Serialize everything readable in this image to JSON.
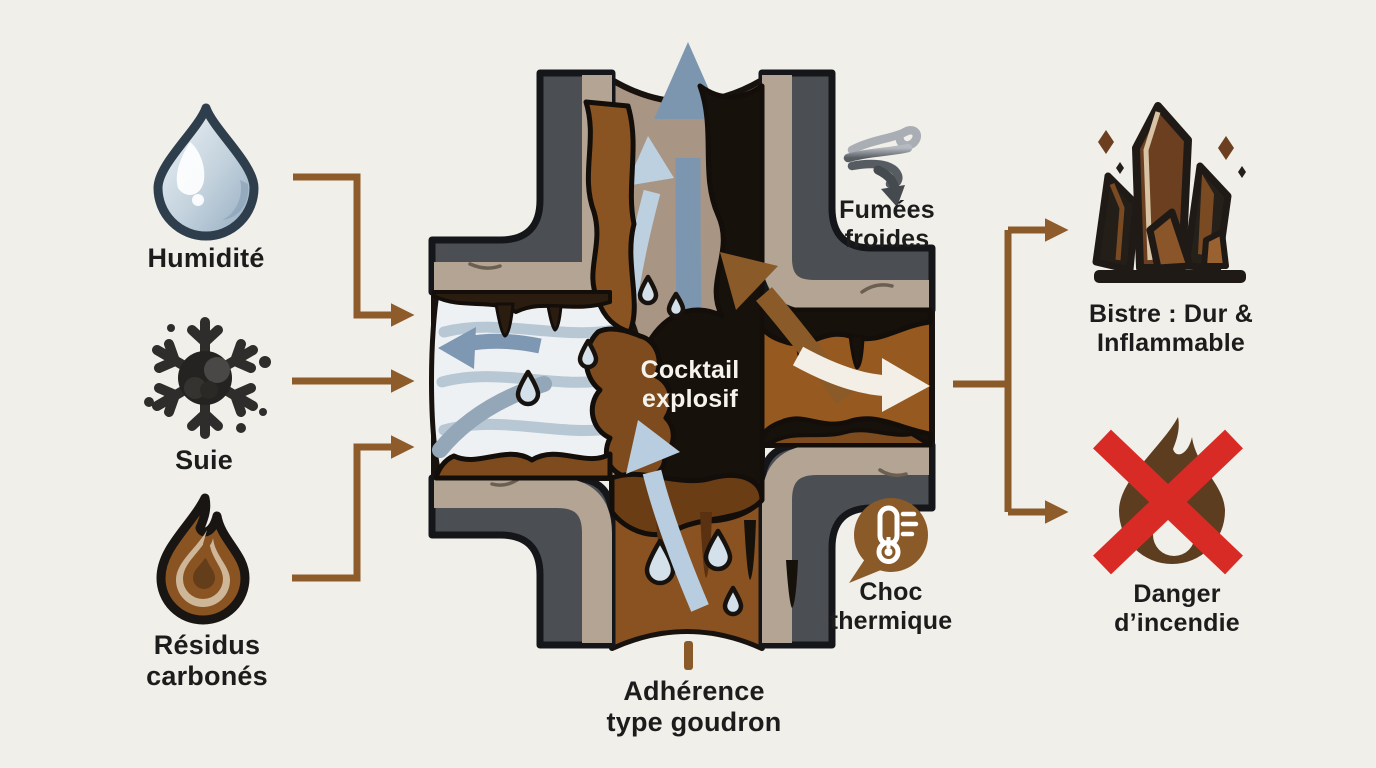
{
  "background_color": "#f1efe9",
  "palette": {
    "arrow_brown": "#8d5c2a",
    "wall_gray": "#4b4e53",
    "wall_tan": "#b4a493",
    "flue_interior_tan": "#a89584",
    "tar_dark": "#17110c",
    "tar_brown": "#7d4b1d",
    "tar_bright_brown": "#96591f",
    "water_blue": "#7e97b2",
    "water_light": "#eef1f4",
    "danger_red": "#d92b26",
    "text_color": "#1c1c1c"
  },
  "causes": [
    {
      "id": "humidite",
      "label": "Humidité",
      "icon": "water-drop-icon"
    },
    {
      "id": "suie",
      "label": "Suie",
      "icon": "soot-flake-icon"
    },
    {
      "id": "residus",
      "label": "Résidus\ncarbonés",
      "icon": "ember-flame-icon"
    }
  ],
  "center": {
    "fumees_label": "Fumées\nfroides",
    "fumees_icon": "cold-smoke-icon",
    "cocktail_label": "Cocktail\nexplosif",
    "choc_label": "Choc\nthermique",
    "choc_icon": "thermal-shock-icon",
    "adherence_label": "Adhérence\ntype goudron"
  },
  "effects": [
    {
      "id": "bistre",
      "label": "Bistre : Dur &\nInflammable",
      "icon": "bistre-crystal-icon"
    },
    {
      "id": "danger",
      "label": "Danger\nd’incendie",
      "icon": "crossed-flame-icon"
    }
  ]
}
